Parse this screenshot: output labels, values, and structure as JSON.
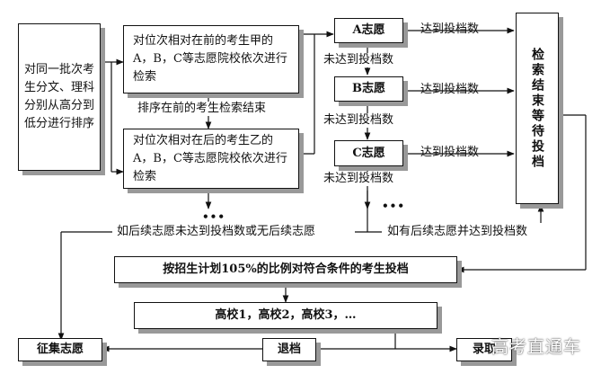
{
  "nodes": {
    "sort_all": "对同一批次考生分文、理科分别从高分到低分进行排序",
    "search_first": "对位次相对在前的考生甲的A，B，C等志愿院校依次进行检索",
    "search_second": "对位次相对在后的考生乙的A，B，C等志愿院校依次进行检索",
    "wish_a": "A志愿",
    "wish_b": "B志愿",
    "wish_c": "C志愿",
    "end_search": "检索结束等待投档",
    "file_ratio": "按招生计划105%的比例对符合条件的考生投档",
    "universities": "高校1，高校2，高校3，…",
    "solicit": "征集志愿",
    "return_file": "退档",
    "admit": "录取"
  },
  "labels": {
    "reach_a": "达到投档数",
    "reach_b": "达到投档数",
    "reach_c": "达到投档数",
    "not_reach_a": "未达到投档数",
    "not_reach_b": "未达到投档数",
    "not_reach_c": "未达到投档数",
    "first_done": "排序在前的考生检索结束",
    "no_follow": "如后续志愿未达到投档数或无后续志愿",
    "has_follow": "如有后续志愿并达到投档数",
    "dots_left": "•••",
    "dots_right": "•••"
  },
  "watermark": "高考直通车",
  "colors": {
    "line": "#111111",
    "shadow": "#999999",
    "background": "#ffffff"
  }
}
